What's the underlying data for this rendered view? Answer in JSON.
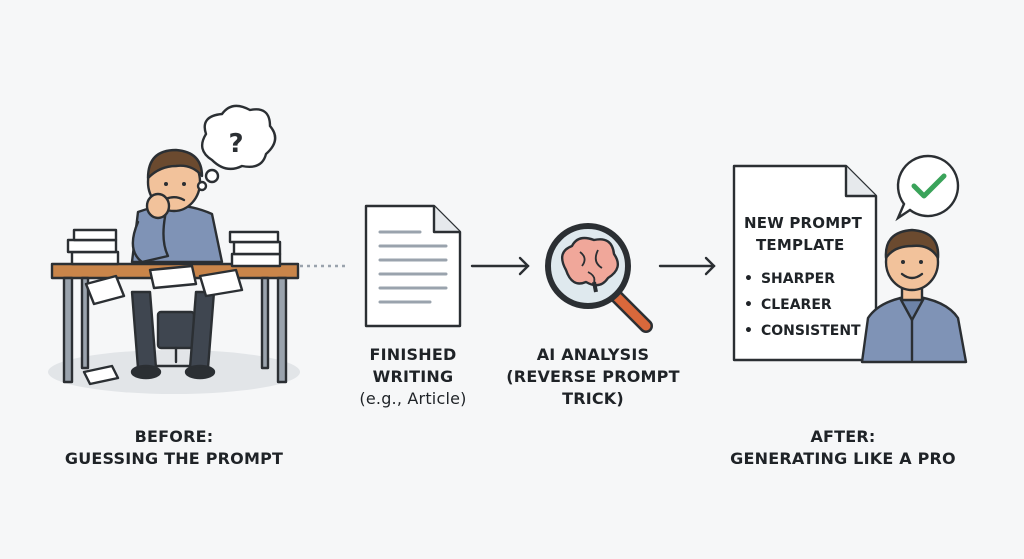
{
  "before": {
    "line1": "BEFORE:",
    "line2": "GUESSING THE PROMPT"
  },
  "finished": {
    "line1": "FINISHED",
    "line2": "WRITING",
    "line3": "(e.g., Article)"
  },
  "analysis": {
    "line1": "AI ANALYSIS",
    "line2": "(REVERSE PROMPT",
    "line3": "TRICK)"
  },
  "template": {
    "title1": "NEW PROMPT",
    "title2": "TEMPLATE",
    "bullets": [
      "SHARPER",
      "CLEARER",
      "CONSISTENT"
    ]
  },
  "after": {
    "line1": "AFTER:",
    "line2": "GENERATING LIKE A PRO"
  },
  "question_mark": "?",
  "icons": [
    "confused-person-icon",
    "thought-bubble-icon",
    "document-icon",
    "magnifier-brain-icon",
    "arrow-right-icon",
    "checkmark-bubble-icon",
    "happy-person-icon"
  ],
  "colors": {
    "desk": "#c9854a",
    "skin": "#f2c29b",
    "hair": "#6b4a2f",
    "shirt": "#7f93b6",
    "check": "#3aa35a",
    "brain": "#f0a79a",
    "handle": "#d9683b"
  }
}
